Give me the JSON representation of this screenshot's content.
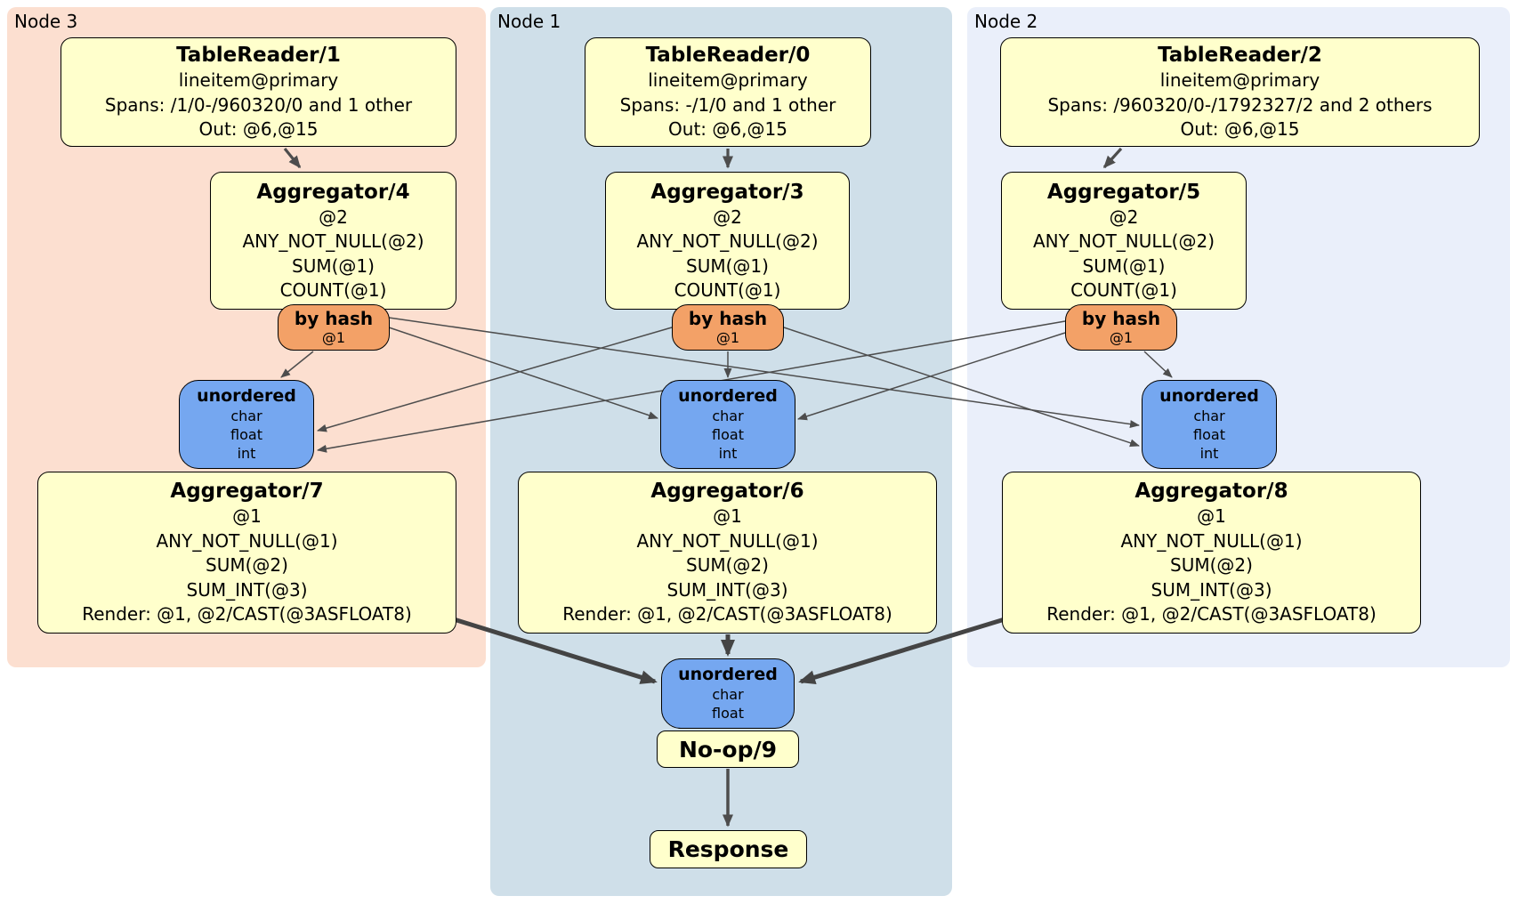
{
  "diagram_type": "distsql-plan",
  "colors": {
    "node3_bg": "#fcdfd0",
    "node1_bg": "#cfdfe9",
    "node2_bg": "#eaeffa",
    "processor_fill": "#ffffcc",
    "router_fill": "#f3a167",
    "sync_fill": "#75a7f0",
    "edge": "#4d4d4d",
    "border": "#000000"
  },
  "nodes": [
    {
      "label": "Node 3",
      "table_reader": {
        "title": "TableReader/1",
        "lines": [
          "lineitem@primary",
          "Spans: /1/0-/960320/0 and 1 other",
          "Out: @6,@15"
        ]
      },
      "aggregator_top": {
        "title": "Aggregator/4",
        "lines": [
          "@2",
          "ANY_NOT_NULL(@2)",
          "SUM(@1)",
          "COUNT(@1)"
        ]
      },
      "router": {
        "title": "by hash",
        "detail": "@1"
      },
      "sync": {
        "title": "unordered",
        "streams": [
          "char",
          "float",
          "int"
        ]
      },
      "aggregator_bottom": {
        "title": "Aggregator/7",
        "lines": [
          "@1",
          "ANY_NOT_NULL(@1)",
          "SUM(@2)",
          "SUM_INT(@3)",
          "Render: @1, @2/CAST(@3ASFLOAT8)"
        ]
      }
    },
    {
      "label": "Node 1",
      "table_reader": {
        "title": "TableReader/0",
        "lines": [
          "lineitem@primary",
          "Spans: -/1/0 and 1 other",
          "Out: @6,@15"
        ]
      },
      "aggregator_top": {
        "title": "Aggregator/3",
        "lines": [
          "@2",
          "ANY_NOT_NULL(@2)",
          "SUM(@1)",
          "COUNT(@1)"
        ]
      },
      "router": {
        "title": "by hash",
        "detail": "@1"
      },
      "sync": {
        "title": "unordered",
        "streams": [
          "char",
          "float",
          "int"
        ]
      },
      "aggregator_bottom": {
        "title": "Aggregator/6",
        "lines": [
          "@1",
          "ANY_NOT_NULL(@1)",
          "SUM(@2)",
          "SUM_INT(@3)",
          "Render: @1, @2/CAST(@3ASFLOAT8)"
        ]
      }
    },
    {
      "label": "Node 2",
      "table_reader": {
        "title": "TableReader/2",
        "lines": [
          "lineitem@primary",
          "Spans: /960320/0-/1792327/2 and 2 others",
          "Out: @6,@15"
        ]
      },
      "aggregator_top": {
        "title": "Aggregator/5",
        "lines": [
          "@2",
          "ANY_NOT_NULL(@2)",
          "SUM(@1)",
          "COUNT(@1)"
        ]
      },
      "router": {
        "title": "by hash",
        "detail": "@1"
      },
      "sync": {
        "title": "unordered",
        "streams": [
          "char",
          "float",
          "int"
        ]
      },
      "aggregator_bottom": {
        "title": "Aggregator/8",
        "lines": [
          "@1",
          "ANY_NOT_NULL(@1)",
          "SUM(@2)",
          "SUM_INT(@3)",
          "Render: @1, @2/CAST(@3ASFLOAT8)"
        ]
      }
    }
  ],
  "final_stage": {
    "sync": {
      "title": "unordered",
      "streams": [
        "char",
        "float"
      ]
    },
    "noop": {
      "title": "No-op/9"
    },
    "response": {
      "title": "Response"
    }
  }
}
